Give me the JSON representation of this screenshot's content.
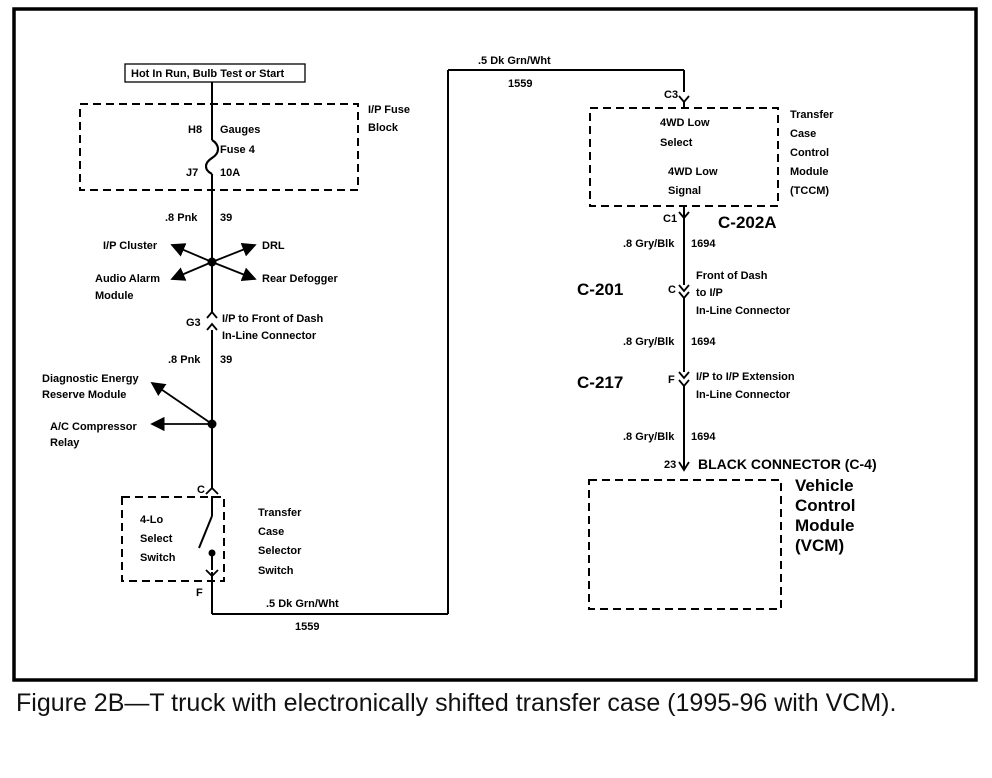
{
  "caption": "Figure 2B—T truck with electronically shifted transfer case  (1995-96 with VCM).",
  "power_label": "Hot In Run, Bulb Test or Start",
  "fuse_block": {
    "label_1": "I/P Fuse",
    "label_2": "Block",
    "pin_top": "H8",
    "pin_bottom": "J7",
    "fuse_1": "Gauges",
    "fuse_2": "Fuse 4",
    "rating": "10A"
  },
  "wires": {
    "pnk_top": ".8 Pnk",
    "pnk_top_num": "39",
    "pnk_bottom": ".8 Pnk",
    "pnk_bottom_num": "39",
    "grn_bottom": ".5 Dk Grn/Wht",
    "grn_bottom_num": "1559",
    "grn_top": ".5 Dk Grn/Wht",
    "grn_top_num": "1559",
    "gry_1": ".8 Gry/Blk",
    "gry_1_num": "1694",
    "gry_2": ".8 Gry/Blk",
    "gry_2_num": "1694",
    "gry_3": ".8 Gry/Blk",
    "gry_3_num": "1694"
  },
  "splice_1": {
    "ip_cluster": "I/P Cluster",
    "drl": "DRL",
    "audio_1": "Audio Alarm",
    "audio_2": "Module",
    "rear_defogger": "Rear Defogger"
  },
  "g3_connector": {
    "pin": "G3",
    "label_1": "I/P to Front of Dash",
    "label_2": "In-Line Connector"
  },
  "splice_2": {
    "diag_1": "Diagnostic Energy",
    "diag_2": "Reserve Module",
    "ac_1": "A/C Compressor",
    "ac_2": "Relay"
  },
  "selector_switch": {
    "pin_top": "C",
    "pin_bottom": "F",
    "inner_1": "4-Lo",
    "inner_2": "Select",
    "inner_3": "Switch",
    "label_1": "Transfer",
    "label_2": "Case",
    "label_3": "Selector",
    "label_4": "Switch"
  },
  "tccm": {
    "pin_top": "C3",
    "pin_bottom": "C1",
    "inner_1": "4WD Low",
    "inner_2": "Select",
    "inner_3": "4WD Low",
    "inner_4": "Signal",
    "label_1": "Transfer",
    "label_2": "Case",
    "label_3": "Control",
    "label_4": "Module",
    "label_5": "(TCCM)"
  },
  "connector_labels": {
    "c202a": "C-202A",
    "c201": "C-201",
    "c217": "C-217"
  },
  "c201_connector": {
    "pin": "C",
    "label_1": "Front of Dash",
    "label_2": "to I/P",
    "label_3": "In-Line Connector"
  },
  "c217_connector": {
    "pin": "F",
    "label_1": "I/P to I/P Extension",
    "label_2": "In-Line Connector"
  },
  "vcm": {
    "pin": "23",
    "connector": "BLACK CONNECTOR (C-4)",
    "label_1": "Vehicle",
    "label_2": "Control",
    "label_3": "Module",
    "label_4": "(VCM)"
  }
}
